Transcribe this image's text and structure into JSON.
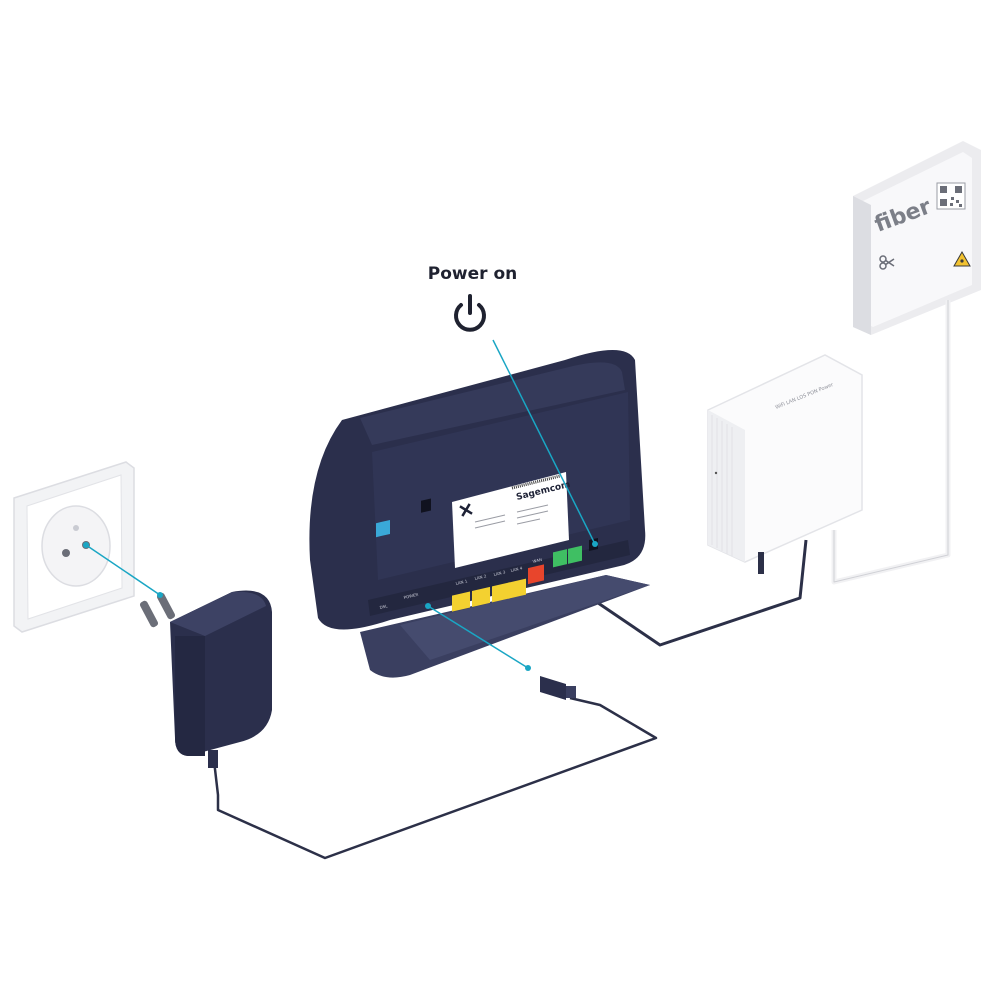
{
  "callout": {
    "title": "Power on",
    "icon": "power-icon"
  },
  "router": {
    "brand": "Sagemcom",
    "ports": {
      "dsl": "DSL",
      "power": "POWER",
      "lan1": "LAN 1",
      "lan2": "LAN 2",
      "lan3": "LAN 3",
      "lan4": "LAN 4",
      "wan": "WAN"
    }
  },
  "ont": {
    "leds": "WiFi  LAN  LOS   PON   Power"
  },
  "fiber_outlet": {
    "label": "fiber",
    "icon": "scissors-icon",
    "warning_icon": "laser-warning-icon"
  },
  "wall_socket": {
    "icon": "power-outlet-icon"
  },
  "colors": {
    "device_navy": "#2b2f4c",
    "cable_navy": "#2c3048",
    "pointer_teal": "#1aa6c4",
    "port_yellow": "#f3d130",
    "port_red": "#e8452c",
    "port_green": "#3fbf63",
    "port_blue": "#3aa9d8",
    "white_device": "#ffffff"
  }
}
